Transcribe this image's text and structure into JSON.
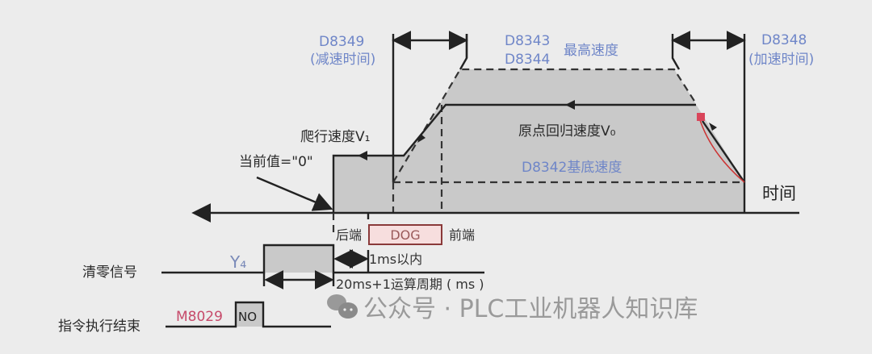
{
  "diagram": {
    "title_labels": {
      "decel_reg": "D8349",
      "decel_desc": "(减速时间)",
      "max_speed_reg1": "D8343",
      "max_speed_reg2": "D8344",
      "max_speed_desc": "最高速度",
      "accel_reg": "D8348",
      "accel_desc": "(加速时间)"
    },
    "curve_labels": {
      "creep_speed": "爬行速度V₁",
      "current_value": "当前值=\"0\"",
      "home_return_speed": "原点回归速度V₀",
      "base_speed": "D8342基底速度",
      "time_axis": "时间"
    },
    "dog": {
      "rear_label": "后端",
      "box_label": "DOG",
      "front_label": "前端"
    },
    "signals": {
      "clear_signal": "清零信号",
      "clear_output": "Y₄",
      "within_1ms": "1ms以内",
      "pulse_duration": "20ms+1运算周期 ( ms )",
      "instr_end": "指令执行结束",
      "flag": "M8029",
      "flag_state": "NO"
    },
    "colors": {
      "background": "#ececec",
      "fill_gray": "#c9c9c9",
      "label_blue": "#6f86c8",
      "label_red": "#c64a6a",
      "dog_fill": "#f7dede",
      "marker_red": "#d9455a"
    }
  },
  "watermark": {
    "text": "公众号 · PLC工业机器人知识库"
  }
}
